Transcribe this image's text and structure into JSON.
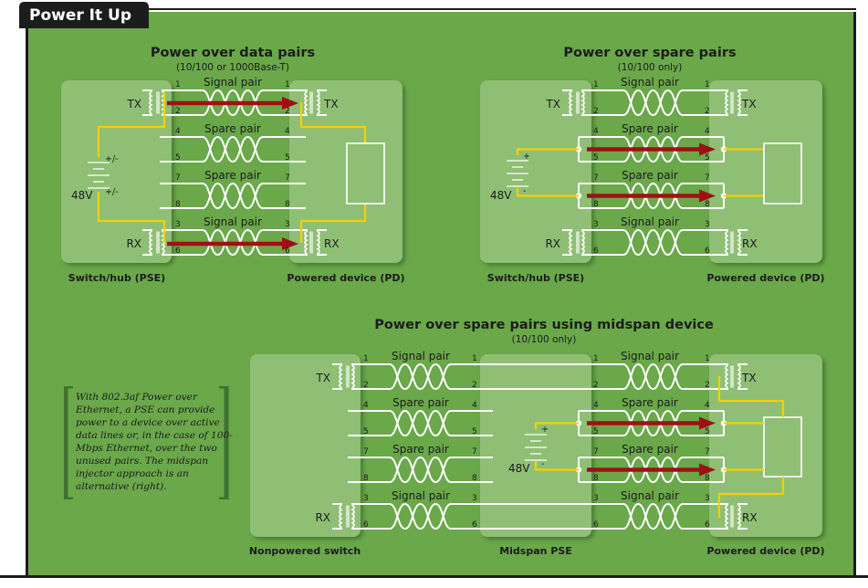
{
  "header": {
    "title": "Power It Up"
  },
  "colors": {
    "panel": "#6aa84a",
    "device_box": "#8fbf74",
    "wire": "#ffffff",
    "power_wire": "#f5d000",
    "current_arrow": "#a00f14",
    "frame": "#1c1c1c",
    "bracket": "#3f7230"
  },
  "diagrams": [
    {
      "id": "data-pairs",
      "title": "Power over data pairs",
      "subtitle": "(10/100 or 1000Base-T)",
      "left_label": "Switch/hub (PSE)",
      "right_label": "Powered device (PD)",
      "voltage": "48V",
      "battery_top": "+/-",
      "battery_bottom": "+/-",
      "pairs": [
        {
          "name": "Signal pair",
          "pins": [
            "1",
            "2"
          ],
          "left": "TX",
          "right": "TX",
          "powered": true
        },
        {
          "name": "Spare pair",
          "pins": [
            "4",
            "5"
          ],
          "powered": false
        },
        {
          "name": "Spare pair",
          "pins": [
            "7",
            "8"
          ],
          "powered": false
        },
        {
          "name": "Signal pair",
          "pins": [
            "3",
            "6"
          ],
          "left": "RX",
          "right": "RX",
          "powered": true
        }
      ]
    },
    {
      "id": "spare-pairs",
      "title": "Power over spare pairs",
      "subtitle": "(10/100 only)",
      "left_label": "Switch/hub (PSE)",
      "right_label": "Powered device (PD)",
      "voltage": "48V",
      "battery_top": "+",
      "battery_bottom": "-",
      "pairs": [
        {
          "name": "Signal pair",
          "pins": [
            "1",
            "2"
          ],
          "left": "TX",
          "right": "TX",
          "powered": false
        },
        {
          "name": "Spare pair",
          "pins": [
            "4",
            "5"
          ],
          "powered": true
        },
        {
          "name": "Spare pair",
          "pins": [
            "7",
            "8"
          ],
          "powered": true
        },
        {
          "name": "Signal pair",
          "pins": [
            "3",
            "6"
          ],
          "left": "RX",
          "right": "RX",
          "powered": false
        }
      ]
    },
    {
      "id": "midspan",
      "title": "Power over spare pairs using midspan device",
      "subtitle": "(10/100 only)",
      "left_label": "Nonpowered switch",
      "middle_label": "Midspan PSE",
      "right_label": "Powered device (PD)",
      "voltage": "48V",
      "battery_top": "+",
      "battery_bottom": "-",
      "pairs": [
        {
          "name": "Signal pair",
          "pins": [
            "1",
            "2"
          ],
          "left": "TX",
          "right": "TX"
        },
        {
          "name": "Spare pair",
          "pins": [
            "4",
            "5"
          ]
        },
        {
          "name": "Spare pair",
          "pins": [
            "7",
            "8"
          ]
        },
        {
          "name": "Signal pair",
          "pins": [
            "3",
            "6"
          ],
          "left": "RX",
          "right": "RX"
        }
      ]
    }
  ],
  "note": "With 802.3af Power over Ethernet, a PSE can provide power to a device over active data lines or, in the case of 100-Mbps Ethernet, over the two unused pairs. The midspan injector approach is an alternative (right)."
}
